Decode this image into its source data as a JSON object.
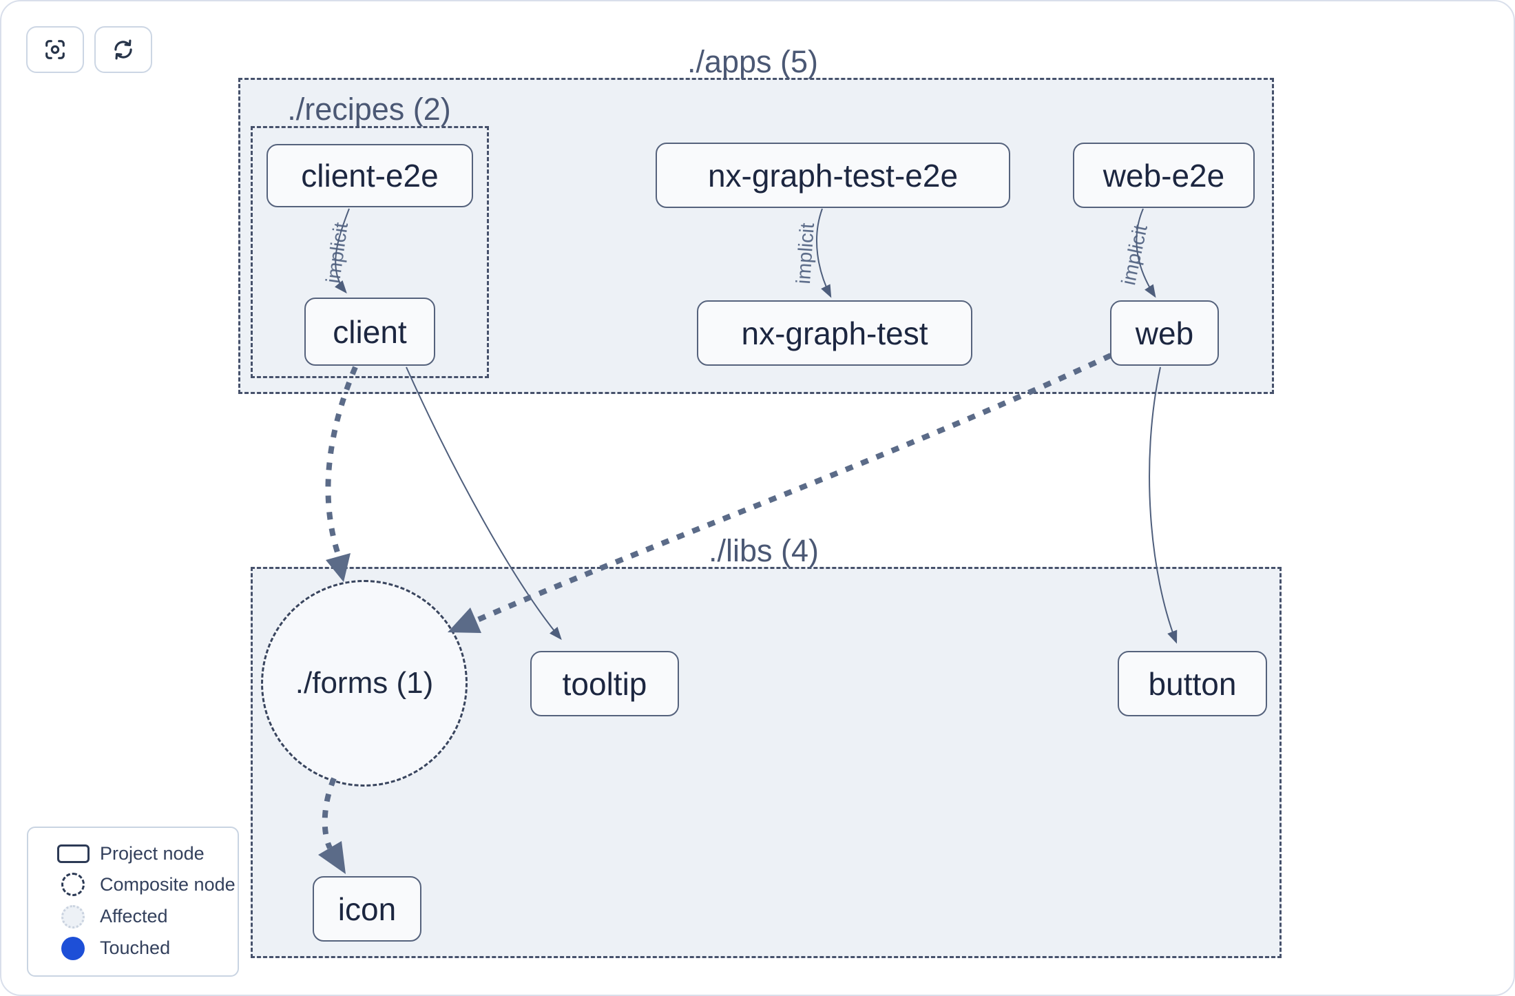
{
  "toolbar": {
    "buttons": [
      {
        "name": "focus",
        "icon": "focus-icon"
      },
      {
        "name": "refresh",
        "icon": "refresh-icon"
      }
    ]
  },
  "groups": {
    "apps": "./apps (5)",
    "recipes": "./recipes (2)",
    "libs": "./libs (4)",
    "forms": "./forms (1)"
  },
  "nodes": {
    "client_e2e": "client-e2e",
    "nx_graph_test_e2e": "nx-graph-test-e2e",
    "web_e2e": "web-e2e",
    "client": "client",
    "nx_graph_test": "nx-graph-test",
    "web": "web",
    "tooltip": "tooltip",
    "button": "button",
    "icon": "icon"
  },
  "edge_labels": {
    "client_e2e_to_client": "implicit",
    "nx_graph_test_e2e_to_nx_graph_test": "implicit",
    "web_e2e_to_web": "implicit"
  },
  "legend": {
    "items": [
      {
        "label": "Project node",
        "icon": "project-node-swatch"
      },
      {
        "label": "Composite node",
        "icon": "composite-node-swatch"
      },
      {
        "label": "Affected",
        "icon": "affected-swatch"
      },
      {
        "label": "Touched",
        "icon": "touched-swatch"
      }
    ]
  },
  "colors": {
    "touched_blue": "#1d4fd7",
    "container_fill": "#edf1f6",
    "dashed_border": "#46516b",
    "edge_thick": "#5b6b88",
    "edge_thin": "#4e5e7c",
    "node_text": "#1c2640",
    "group_label_text": "#4b5874"
  }
}
